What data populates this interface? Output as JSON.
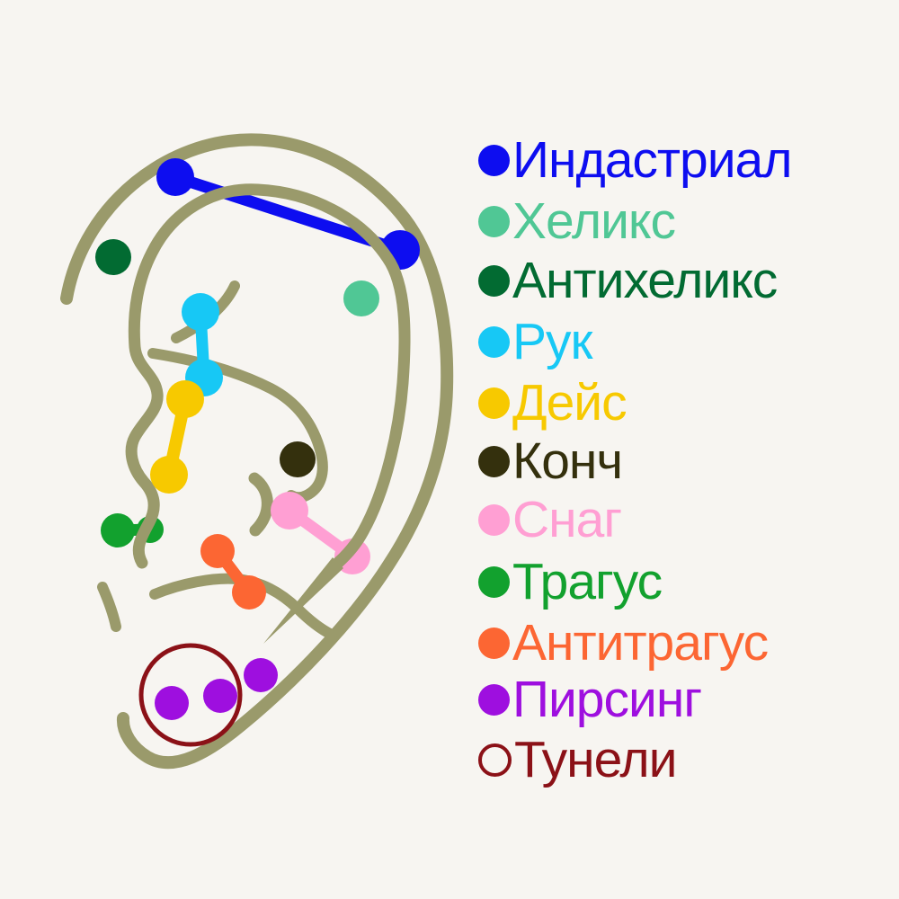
{
  "colors": {
    "background": "#F7F5F1",
    "ear_outline": "#9A9A6B"
  },
  "legend": {
    "items": [
      {
        "label": "Индастриал",
        "color": "#0D0DF0",
        "swatch": "filled"
      },
      {
        "label": "Хеликс",
        "color": "#50C795",
        "swatch": "filled"
      },
      {
        "label": "Антихеликс",
        "color": "#026B32",
        "swatch": "filled"
      },
      {
        "label": "Рук",
        "color": "#17C8F5",
        "swatch": "filled"
      },
      {
        "label": "Дейс",
        "color": "#F7C900",
        "swatch": "filled"
      },
      {
        "label": "Конч",
        "color": "#34300D",
        "swatch": "filled"
      },
      {
        "label": "Снаг",
        "color": "#FF9FD3",
        "swatch": "filled"
      },
      {
        "label": "Трагус",
        "color": "#12A12E",
        "swatch": "filled"
      },
      {
        "label": "Антитрагус",
        "color": "#FC6633",
        "swatch": "filled"
      },
      {
        "label": "Пирсинг",
        "color": "#9E0FDF",
        "swatch": "filled"
      },
      {
        "label": "Тунели",
        "color": "#8B1117",
        "swatch": "outlined"
      }
    ]
  }
}
